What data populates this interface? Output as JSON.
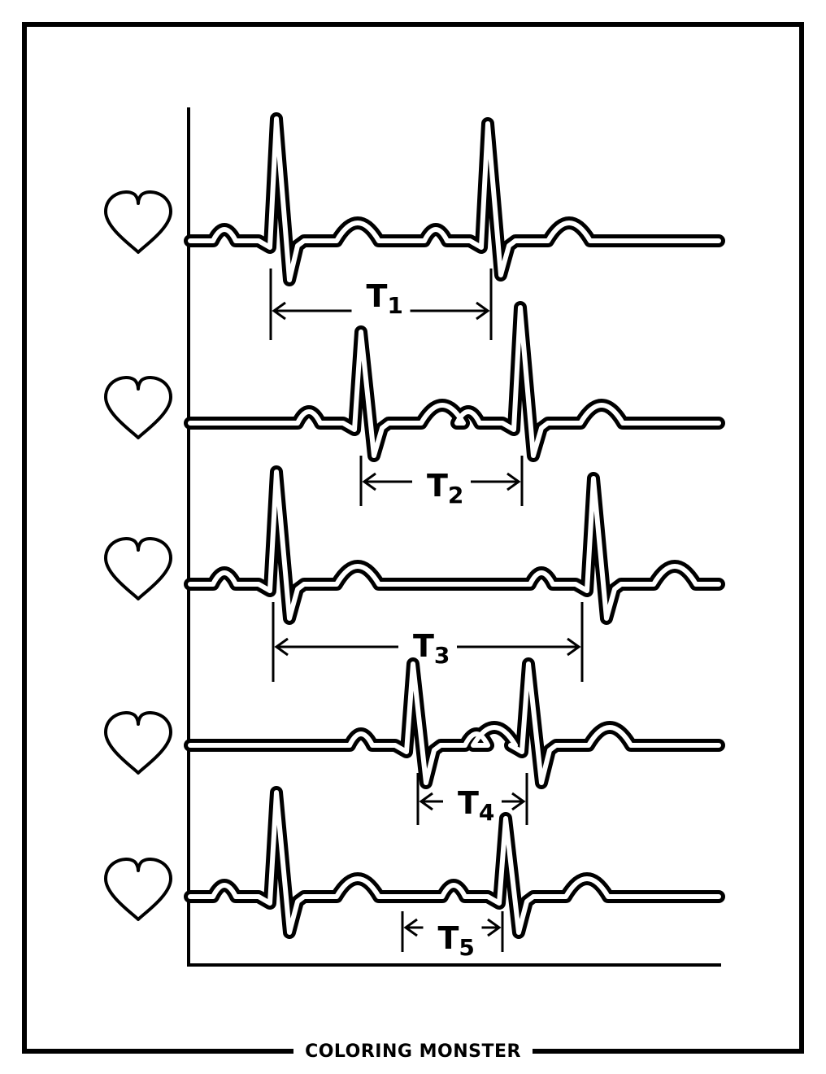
{
  "brand": {
    "text": "COLORING MONSTER"
  },
  "colors": {
    "ink": "#000000",
    "paper": "#ffffff"
  },
  "diagram": {
    "rows": [
      {
        "icon": "heart-icon",
        "label": "T",
        "sub": "1"
      },
      {
        "icon": "heart-icon",
        "label": "T",
        "sub": "2"
      },
      {
        "icon": "heart-icon",
        "label": "T",
        "sub": "3"
      },
      {
        "icon": "heart-icon",
        "label": "T",
        "sub": "4"
      },
      {
        "icon": "heart-icon",
        "label": "T",
        "sub": "5"
      }
    ]
  }
}
